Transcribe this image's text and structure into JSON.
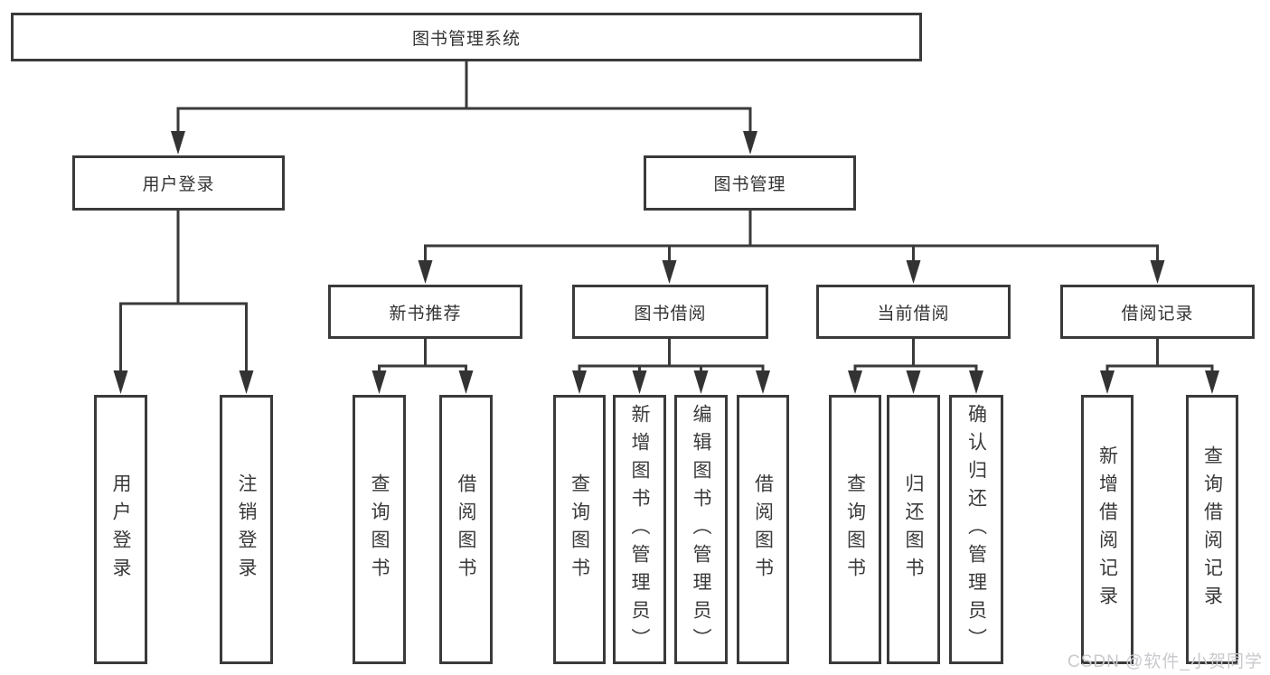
{
  "diagram": {
    "nodes": {
      "root": "图书管理系统",
      "login": "用户登录",
      "mgmt": "图书管理",
      "newbook": "新书推荐",
      "borrow": "图书借阅",
      "current": "当前借阅",
      "records": "借阅记录",
      "leaf_user_login": "用户登录",
      "leaf_logout": "注销登录",
      "leaf_nb_query": "查询图书",
      "leaf_nb_borrow": "借阅图书",
      "leaf_bw_query": "查询图书",
      "leaf_bw_add": "新增图书（管理员）",
      "leaf_bw_edit": "编辑图书（管理员）",
      "leaf_bw_borrow": "借阅图书",
      "leaf_cur_query": "查询图书",
      "leaf_cur_return": "归还图书",
      "leaf_cur_confirm": "确认归还（管理员）",
      "leaf_rec_add": "新增借阅记录",
      "leaf_rec_query": "查询借阅记录"
    },
    "tree": {
      "图书管理系统": {
        "用户登录": [
          "用户登录",
          "注销登录"
        ],
        "图书管理": {
          "新书推荐": [
            "查询图书",
            "借阅图书"
          ],
          "图书借阅": [
            "查询图书",
            "新增图书（管理员）",
            "编辑图书（管理员）",
            "借阅图书"
          ],
          "当前借阅": [
            "查询图书",
            "归还图书",
            "确认归还（管理员）"
          ],
          "借阅记录": [
            "新增借阅记录",
            "查询借阅记录"
          ]
        }
      }
    }
  },
  "watermark": "CSDN @软件_小贺同学",
  "colors": {
    "line": "#3a3a3a",
    "text": "#333333",
    "background": "#ffffff",
    "watermark": "#c9c9ce"
  }
}
